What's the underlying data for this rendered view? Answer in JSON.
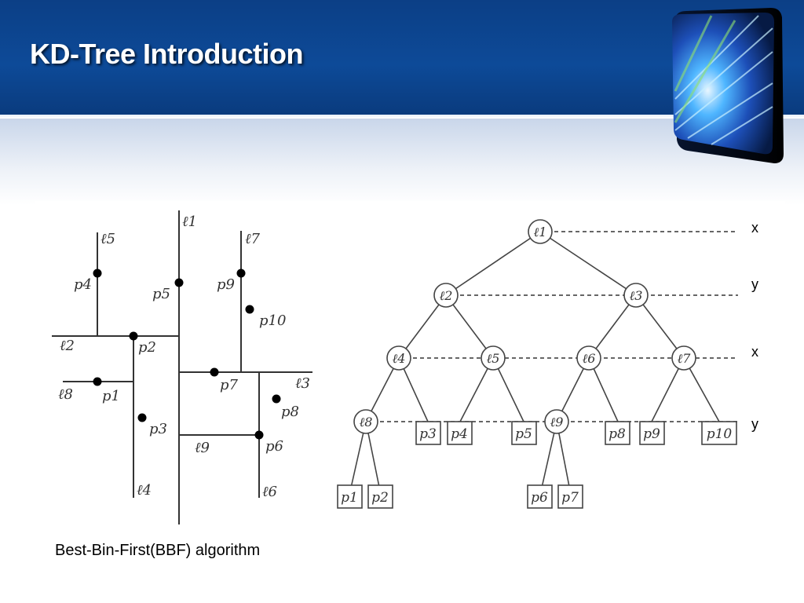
{
  "slide": {
    "title": "KD-Tree Introduction",
    "caption": "Best-Bin-First(BBF) algorithm",
    "colors": {
      "header": "#0d4a98",
      "title_text": "#ffffff",
      "line": "#333333"
    }
  },
  "partition": {
    "lines": [
      "ℓ1",
      "ℓ2",
      "ℓ3",
      "ℓ4",
      "ℓ5",
      "ℓ6",
      "ℓ7",
      "ℓ8",
      "ℓ9"
    ],
    "points": [
      "p1",
      "p2",
      "p3",
      "p4",
      "p5",
      "p6",
      "p7",
      "p8",
      "p9",
      "p10"
    ]
  },
  "tree": {
    "internal": [
      "ℓ1",
      "ℓ2",
      "ℓ3",
      "ℓ4",
      "ℓ5",
      "ℓ6",
      "ℓ7",
      "ℓ8",
      "ℓ9"
    ],
    "leaves": [
      "p1",
      "p2",
      "p3",
      "p4",
      "p5",
      "p6",
      "p7",
      "p8",
      "p9",
      "p10"
    ],
    "levels": [
      "x",
      "y",
      "x",
      "y"
    ]
  }
}
